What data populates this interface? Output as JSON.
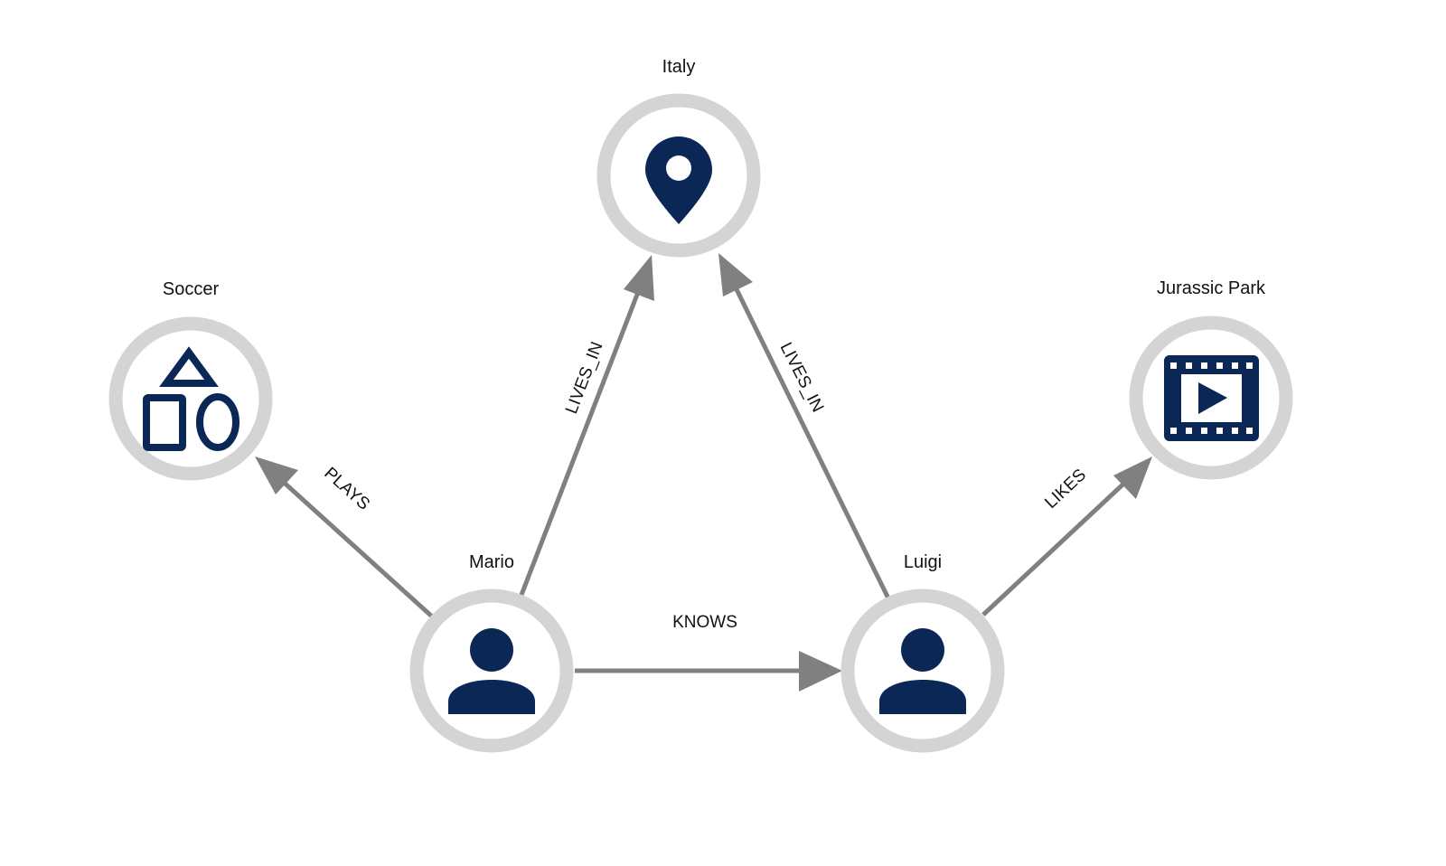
{
  "colors": {
    "icon": "#0a2756",
    "ring": "#d4d4d4",
    "edge": "#808080"
  },
  "nodes": {
    "italy": {
      "label": "Italy",
      "icon": "map-pin-icon"
    },
    "soccer": {
      "label": "Soccer",
      "icon": "shapes-icon"
    },
    "jurassic_park": {
      "label": "Jurassic Park",
      "icon": "film-icon"
    },
    "mario": {
      "label": "Mario",
      "icon": "person-icon"
    },
    "luigi": {
      "label": "Luigi",
      "icon": "person-icon"
    }
  },
  "edges": {
    "mario_plays_soccer": {
      "label": "PLAYS"
    },
    "mario_lives_in_italy": {
      "label": "LIVES_IN"
    },
    "luigi_lives_in_italy": {
      "label": "LIVES_IN"
    },
    "luigi_likes_jurassic": {
      "label": "LIKES"
    },
    "mario_knows_luigi": {
      "label": "KNOWS"
    }
  }
}
